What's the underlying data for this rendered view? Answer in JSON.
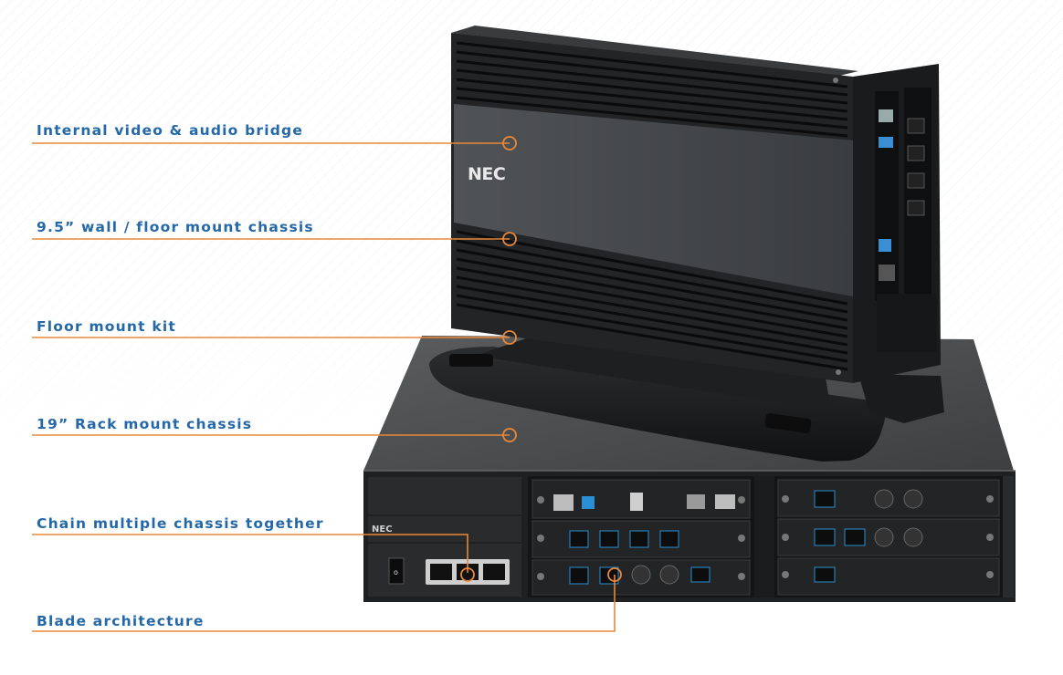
{
  "callouts": [
    {
      "id": "bridge",
      "label": "Internal video & audio bridge"
    },
    {
      "id": "wall",
      "label": "9.5” wall / floor mount chassis"
    },
    {
      "id": "floor",
      "label": "Floor mount kit"
    },
    {
      "id": "rack",
      "label": "19” Rack mount chassis"
    },
    {
      "id": "chain",
      "label": "Chain multiple chassis together"
    },
    {
      "id": "blade",
      "label": "Blade architecture"
    }
  ],
  "logos": {
    "tower": "NEC",
    "rack": "NEC"
  },
  "colors": {
    "label_text": "#2468a8",
    "leader_line": "#e8883a",
    "device_body": "#232425"
  }
}
